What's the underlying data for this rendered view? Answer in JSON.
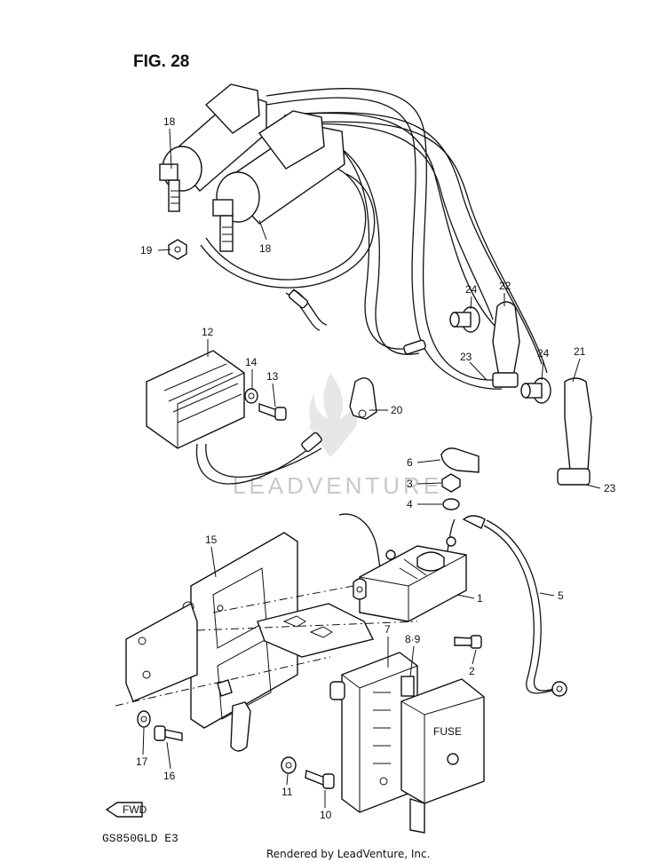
{
  "figure": {
    "title": "FIG. 28",
    "model": "GS850GLD  E3",
    "footer": "Rendered by LeadVenture, Inc.",
    "watermark": "LEADVENTURE"
  },
  "labels": {
    "l18a": "18",
    "l18b": "18",
    "l19": "19",
    "l24a": "24",
    "l22": "22",
    "l23a": "23",
    "l24b": "24",
    "l21": "21",
    "l12": "12",
    "l14": "14",
    "l13": "13",
    "l20": "20",
    "l6": "6",
    "l3": "3",
    "l23b": "23",
    "l4": "4",
    "l15": "15",
    "l1": "1",
    "l5": "5",
    "l7": "7",
    "l89": "8·9",
    "l2": "2",
    "l17": "17",
    "l16": "16",
    "l11": "11",
    "l10": "10"
  },
  "icons": {
    "fwd": "FWD",
    "fuse": "FUSE"
  }
}
